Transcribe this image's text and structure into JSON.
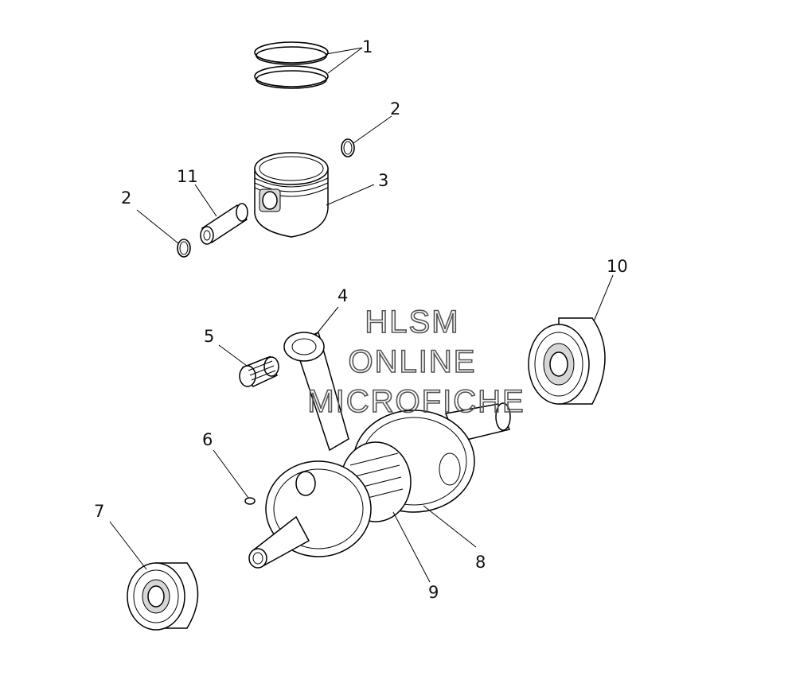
{
  "callouts": [
    {
      "id": "1",
      "text": "1"
    },
    {
      "id": "2a",
      "text": "2"
    },
    {
      "id": "2b",
      "text": "2"
    },
    {
      "id": "3",
      "text": "3"
    },
    {
      "id": "4",
      "text": "4"
    },
    {
      "id": "5",
      "text": "5"
    },
    {
      "id": "6",
      "text": "6"
    },
    {
      "id": "7",
      "text": "7"
    },
    {
      "id": "8",
      "text": "8"
    },
    {
      "id": "9",
      "text": "9"
    },
    {
      "id": "10",
      "text": "10"
    },
    {
      "id": "11",
      "text": "11"
    }
  ],
  "watermark": {
    "line1": "HLSM",
    "line2": "ONLINE",
    "line3": "MICROFICHE"
  }
}
